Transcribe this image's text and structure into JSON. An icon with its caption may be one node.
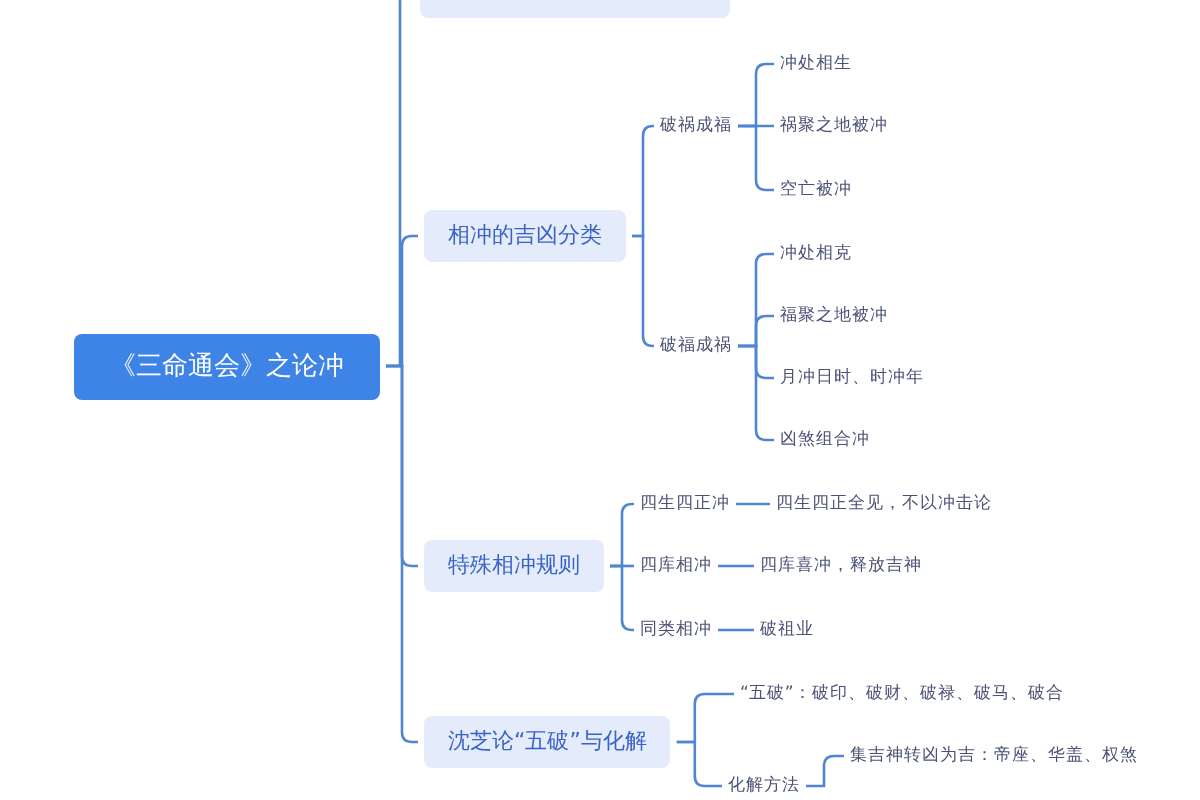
{
  "diagram": {
    "nodes": [
      {
        "text": [
          "《三命通会》之论冲"
        ]
      },
      {
        "text": [],
        "shape": "box"
      },
      {
        "text": [
          "相冲的吉凶分类"
        ]
      },
      {
        "text": [
          "破祸成福"
        ]
      },
      {
        "text": [
          "冲处相生"
        ]
      },
      {
        "text": [
          "祸聚之地被冲"
        ]
      },
      {
        "text": [
          "空亡被冲"
        ]
      },
      {
        "text": [
          "破福成祸"
        ]
      },
      {
        "text": [
          "冲处相克"
        ]
      },
      {
        "text": [
          "福聚之地被冲"
        ]
      },
      {
        "text": [
          "月冲日时、时冲年"
        ]
      },
      {
        "text": [
          "凶煞组合冲"
        ]
      },
      {
        "text": [
          "特殊相冲规则"
        ]
      },
      {
        "text": [
          "四生四正冲"
        ]
      },
      {
        "text": [
          "四生四正全见，不以冲击论"
        ]
      },
      {
        "text": [
          "四库相冲"
        ]
      },
      {
        "text": [
          "四库喜冲，释放吉神"
        ]
      },
      {
        "text": [
          "同类相冲"
        ]
      },
      {
        "text": [
          "破祖业"
        ]
      },
      {
        "text": [
          "沈芝论“五破”与化解"
        ]
      },
      {
        "text": [
          "“五破”：破印、破财、破禄、破马、破合"
        ]
      },
      {
        "text": [
          "化解方法"
        ]
      },
      {
        "text": [
          "集吉神转凶为吉：帝座、华盖、权煞"
        ]
      }
    ],
    "edges": [
      {
        "from": 0,
        "to": 1,
        "arrow": "none"
      },
      {
        "from": 0,
        "to": 2,
        "arrow": "none"
      },
      {
        "from": 0,
        "to": 12,
        "arrow": "none"
      },
      {
        "from": 0,
        "to": 19,
        "arrow": "none"
      },
      {
        "from": 2,
        "to": 3,
        "arrow": "none"
      },
      {
        "from": 2,
        "to": 7,
        "arrow": "none"
      },
      {
        "from": 3,
        "to": 4,
        "arrow": "none"
      },
      {
        "from": 3,
        "to": 5,
        "arrow": "none"
      },
      {
        "from": 3,
        "to": 6,
        "arrow": "none"
      },
      {
        "from": 7,
        "to": 8,
        "arrow": "none"
      },
      {
        "from": 7,
        "to": 9,
        "arrow": "none"
      },
      {
        "from": 7,
        "to": 10,
        "arrow": "none"
      },
      {
        "from": 7,
        "to": 11,
        "arrow": "none"
      },
      {
        "from": 12,
        "to": 13,
        "arrow": "none"
      },
      {
        "from": 12,
        "to": 15,
        "arrow": "none"
      },
      {
        "from": 12,
        "to": 17,
        "arrow": "none"
      },
      {
        "from": 13,
        "to": 14,
        "arrow": "none"
      },
      {
        "from": 15,
        "to": 16,
        "arrow": "none"
      },
      {
        "from": 17,
        "to": 18,
        "arrow": "none"
      },
      {
        "from": 19,
        "to": 20,
        "arrow": "none"
      },
      {
        "from": 19,
        "to": 21,
        "arrow": "none"
      },
      {
        "from": 21,
        "to": 22,
        "arrow": "none"
      }
    ]
  }
}
